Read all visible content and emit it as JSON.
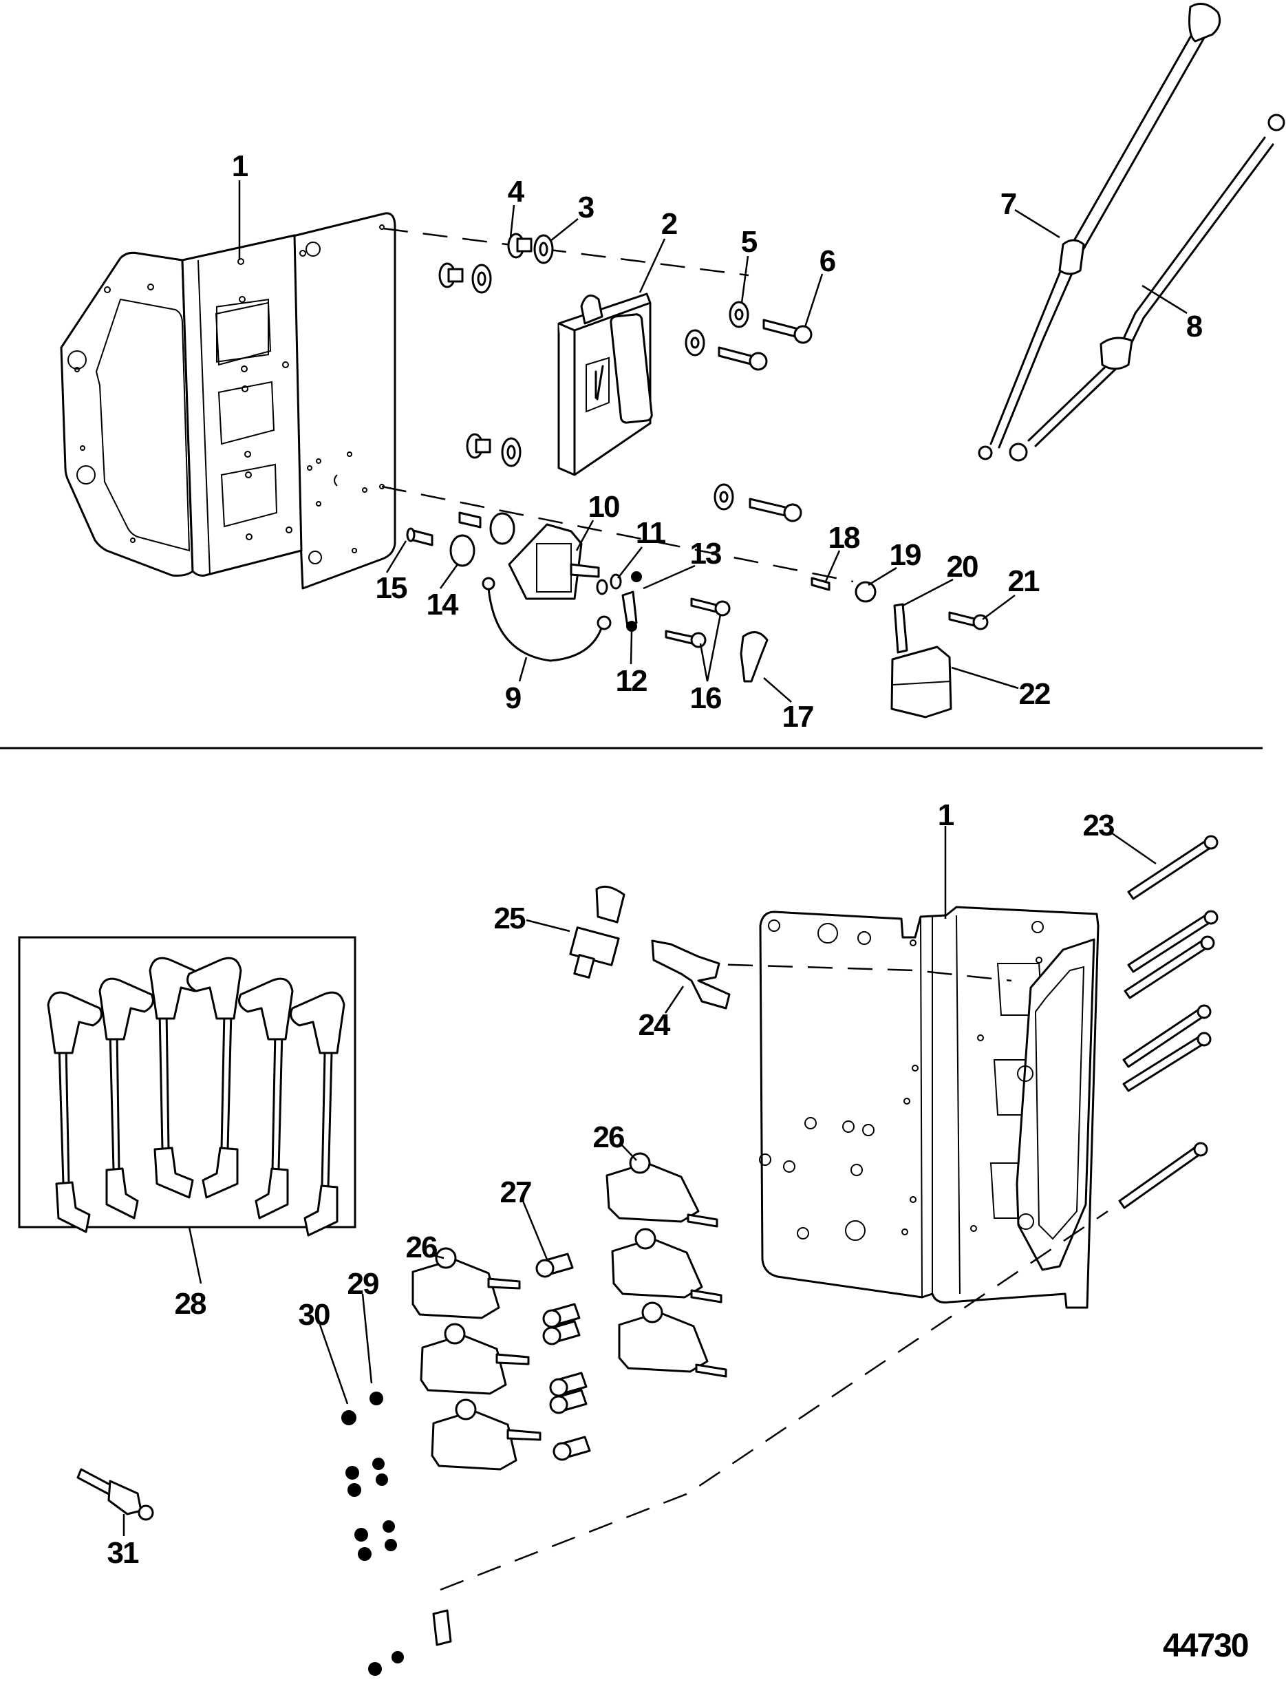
{
  "figure": {
    "figure_number": "44730",
    "sections": [
      {
        "name": "upper-assembly",
        "callouts": [
          "1",
          "2",
          "3",
          "4",
          "5",
          "6",
          "7",
          "8",
          "9",
          "10",
          "11",
          "12",
          "13",
          "14",
          "15",
          "16",
          "17",
          "18",
          "19",
          "20",
          "21",
          "22"
        ]
      },
      {
        "name": "lower-assembly",
        "callouts": [
          "1",
          "23",
          "24",
          "25",
          "26",
          "26",
          "27",
          "28",
          "29",
          "30",
          "31"
        ]
      }
    ]
  },
  "callouts": {
    "upper": {
      "c1": "1",
      "c2": "2",
      "c3": "3",
      "c4": "4",
      "c5": "5",
      "c6": "6",
      "c7": "7",
      "c8": "8",
      "c9": "9",
      "c10": "10",
      "c11": "11",
      "c12": "12",
      "c13": "13",
      "c14": "14",
      "c15": "15",
      "c16": "16",
      "c17": "17",
      "c18": "18",
      "c19": "19",
      "c20": "20",
      "c21": "21",
      "c22": "22"
    },
    "lower": {
      "c1": "1",
      "c23": "23",
      "c24": "24",
      "c25": "25",
      "c26a": "26",
      "c26b": "26",
      "c27": "27",
      "c28": "28",
      "c29": "29",
      "c30": "30",
      "c31": "31"
    }
  },
  "parts_shown": {
    "spark_plug_wires_in_kit": 6,
    "ignition_coils_shown": 6,
    "long_bolts_shown": 6
  }
}
